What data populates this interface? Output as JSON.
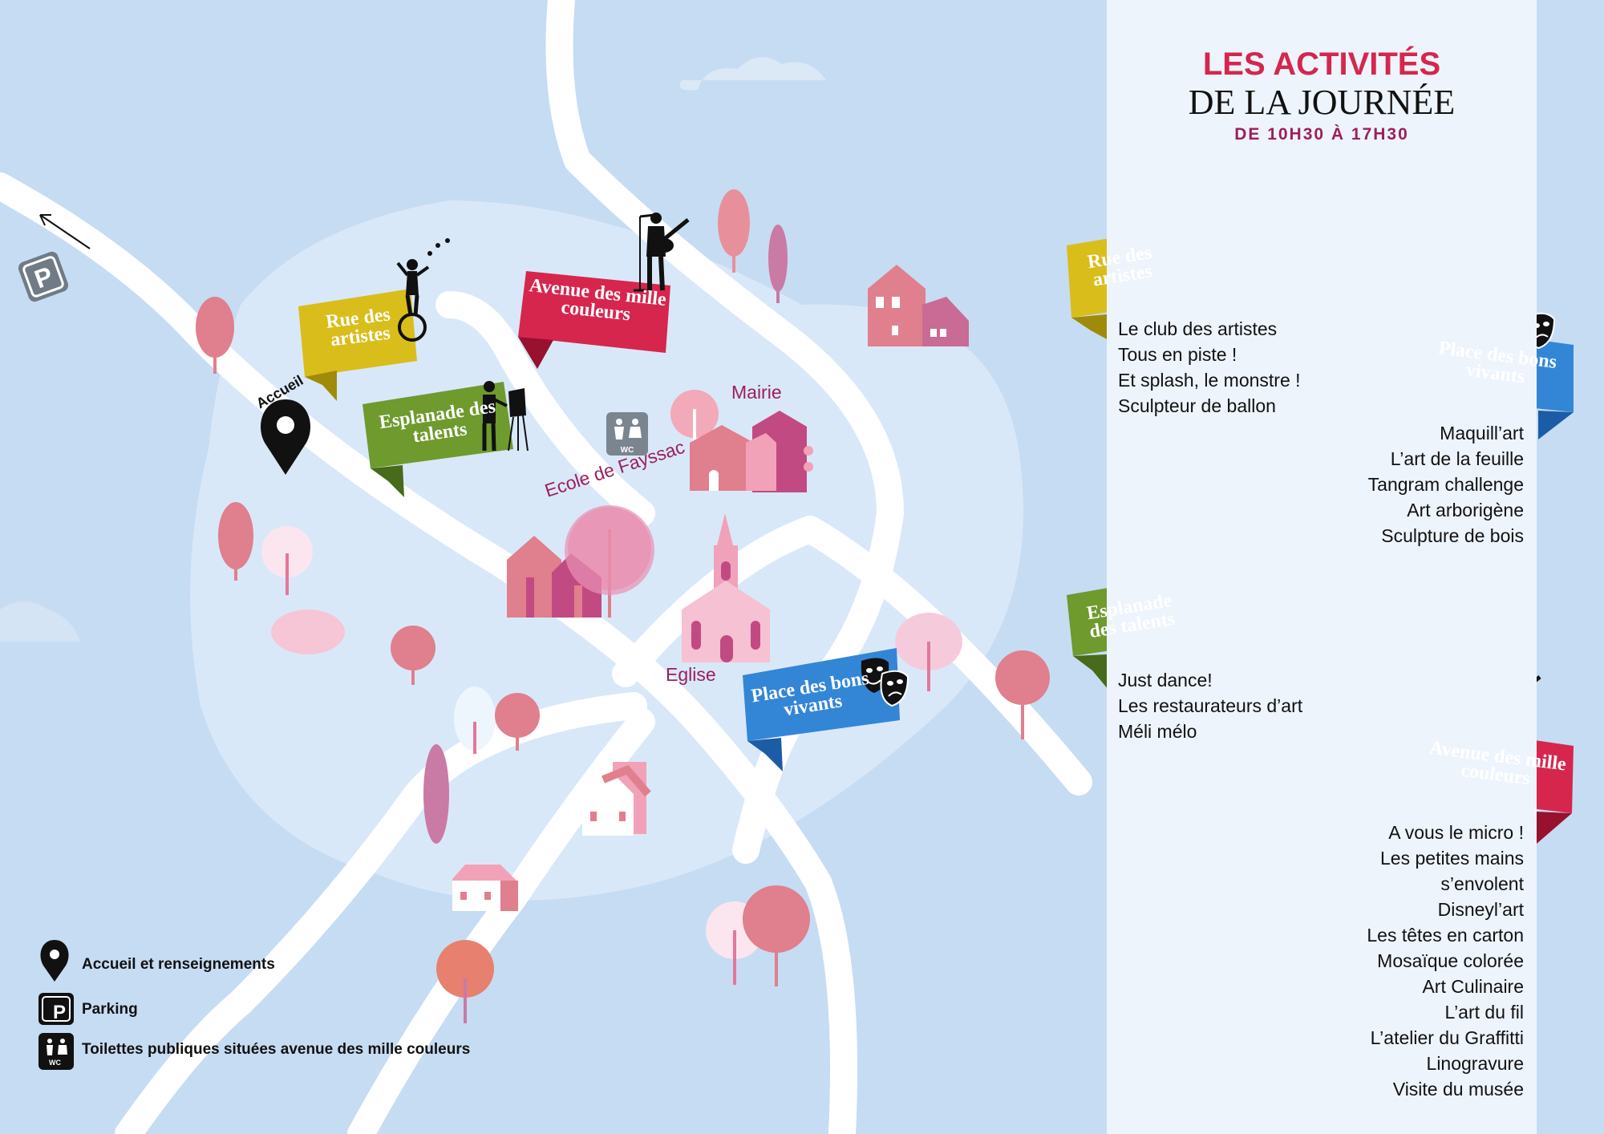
{
  "header": {
    "line1": "LES ACTIVITÉS",
    "line2": "DE LA JOURNÉE",
    "hours": "DE 10H30 À 17H30"
  },
  "colors": {
    "water": "#c6dcf3",
    "village": "#d9e8f8",
    "panel": "#eef4fc",
    "yellow": "#d9bd1b",
    "red": "#d6264e",
    "green": "#6e9a2e",
    "blue": "#3386d6",
    "place_text": "#9c1f5b"
  },
  "map": {
    "places": {
      "mairie": "Mairie",
      "ecole": "Ecole de Fayssac",
      "eglise": "Eglise",
      "accueil": "Accueil"
    },
    "wc_label": "WC",
    "parking_label": "P",
    "banners": {
      "rue": "Rue des artistes",
      "avenue": "Avenue des mille couleurs",
      "esplanade": "Esplanade des talents",
      "place": "Place des bons vivants"
    }
  },
  "activities": {
    "rue_des_artistes": {
      "label": "Rue des artistes",
      "items": [
        "Le club des artistes",
        "Tous en piste !",
        "Et splash, le monstre !",
        "Sculpteur de ballon"
      ]
    },
    "place_des_bons_vivants": {
      "label": "Place des bons vivants",
      "items": [
        "Maquill’art",
        "L’art de la feuille",
        "Tangram challenge",
        "Art arborigène",
        "Sculpture de bois"
      ]
    },
    "esplanade_des_talents": {
      "label": "Esplanade des talents",
      "items": [
        "Just dance!",
        "Les restaurateurs d’art",
        "Méli mélo"
      ]
    },
    "avenue_des_mille_couleurs": {
      "label": "Avenue des mille couleurs",
      "items": [
        "A vous le micro !",
        "Les petites mains",
        "s’envolent",
        "Disneyl’art",
        "Les têtes en carton",
        "Mosaïque colorée",
        "Art Culinaire",
        "L’art du fil",
        "L’atelier du Graffitti",
        "Linogravure",
        "Visite du musée"
      ]
    }
  },
  "legend": {
    "accueil": "Accueil et renseignements",
    "parking": "Parking",
    "toilettes": "Toilettes publiques situées avenue des mille couleurs"
  }
}
